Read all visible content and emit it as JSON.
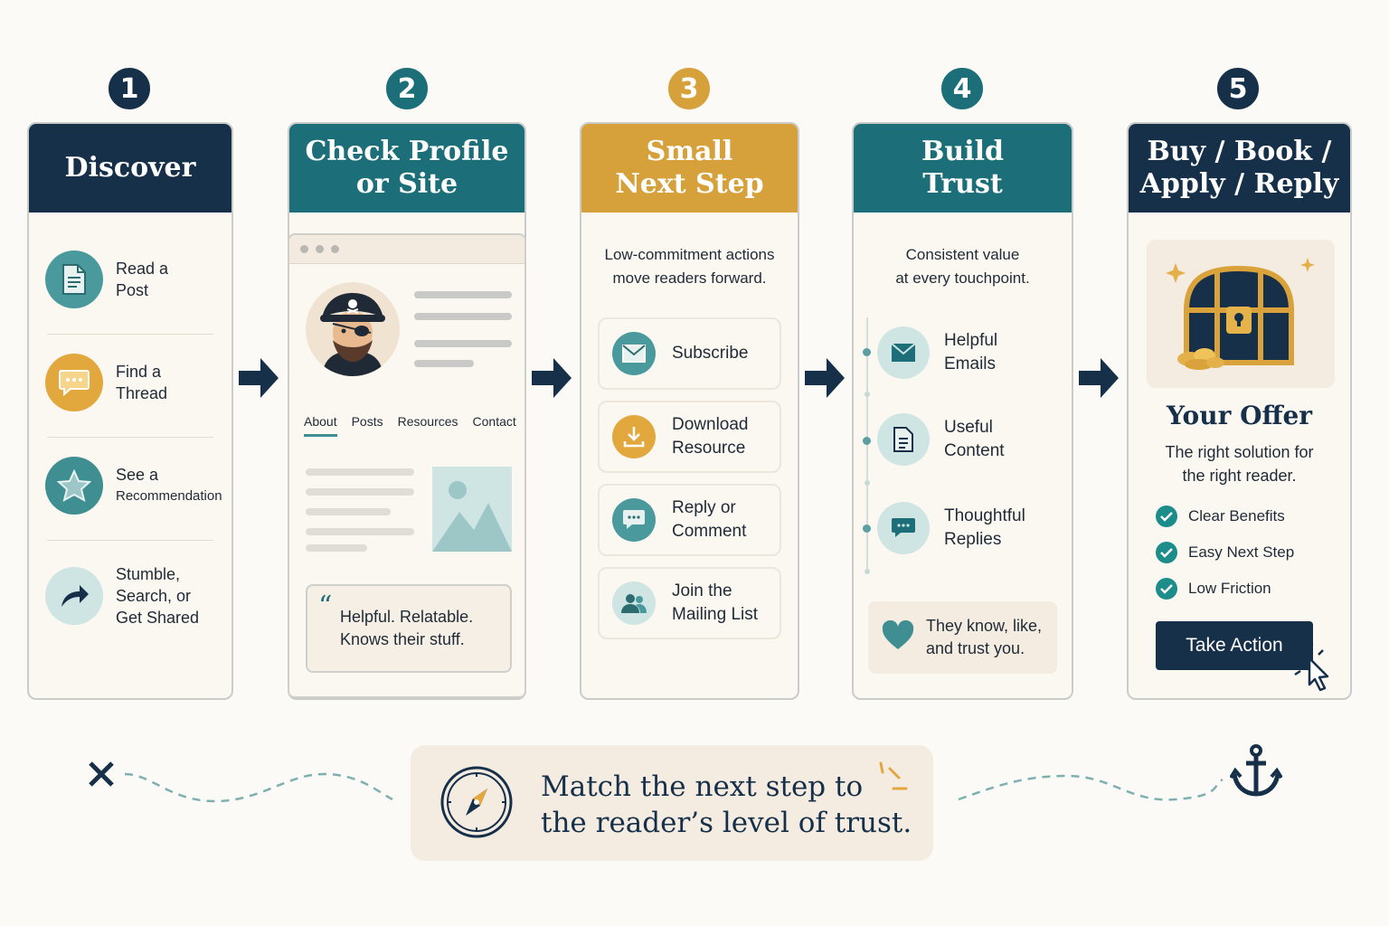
{
  "steps": [
    {
      "number": "1",
      "title_line1": "Discover",
      "title_line2": ""
    },
    {
      "number": "2",
      "title_line1": "Check Profile",
      "title_line2": "or Site"
    },
    {
      "number": "3",
      "title_line1": "Small",
      "title_line2": "Next Step"
    },
    {
      "number": "4",
      "title_line1": "Build",
      "title_line2": "Trust"
    },
    {
      "number": "5",
      "title_line1": "Buy / Book /",
      "title_line2": "Apply / Reply"
    }
  ],
  "discover": {
    "items": [
      {
        "line1": "Read a",
        "line2": "Post",
        "line3": "",
        "icon": "document-icon"
      },
      {
        "line1": "Find a",
        "line2": "Thread",
        "line3": "",
        "icon": "chat-bubble-icon"
      },
      {
        "line1": "See a",
        "line2": "Recommendation",
        "line3": "",
        "icon": "star-icon"
      },
      {
        "line1": "Stumble,",
        "line2": "Search, or",
        "line3": "Get Shared",
        "icon": "share-arrow-icon"
      }
    ]
  },
  "profile": {
    "tabs": [
      "About",
      "Posts",
      "Resources",
      "Contact"
    ],
    "quote_line1": "Helpful. Relatable.",
    "quote_line2": "Knows their stuff."
  },
  "next_step": {
    "intro_line1": "Low-commitment actions",
    "intro_line2": "move readers forward.",
    "items": [
      {
        "line1": "Subscribe",
        "line2": "",
        "icon": "envelope-icon"
      },
      {
        "line1": "Download",
        "line2": "Resource",
        "icon": "download-icon"
      },
      {
        "line1": "Reply or",
        "line2": "Comment",
        "icon": "comment-icon"
      },
      {
        "line1": "Join the",
        "line2": "Mailing List",
        "icon": "people-icon"
      }
    ]
  },
  "trust": {
    "intro_line1": "Consistent value",
    "intro_line2": "at every touchpoint.",
    "items": [
      {
        "line1": "Helpful",
        "line2": "Emails",
        "icon": "envelope-icon"
      },
      {
        "line1": "Useful",
        "line2": "Content",
        "icon": "document-icon"
      },
      {
        "line1": "Thoughtful",
        "line2": "Replies",
        "icon": "chat-bubble-icon"
      }
    ],
    "callout_line1": "They know, like,",
    "callout_line2": "and trust you."
  },
  "offer": {
    "title": "Your Offer",
    "desc_line1": "The right solution for",
    "desc_line2": "the right reader.",
    "checks": [
      "Clear Benefits",
      "Easy Next Step",
      "Low Friction"
    ],
    "button": "Take Action"
  },
  "bottom": {
    "line1": "Match the next step to",
    "line2": "the reader’s level of trust."
  },
  "colors": {
    "navy": "#16304a",
    "teal": "#1c6f78",
    "gold": "#d6a03a",
    "cream": "#fbf8f2"
  }
}
